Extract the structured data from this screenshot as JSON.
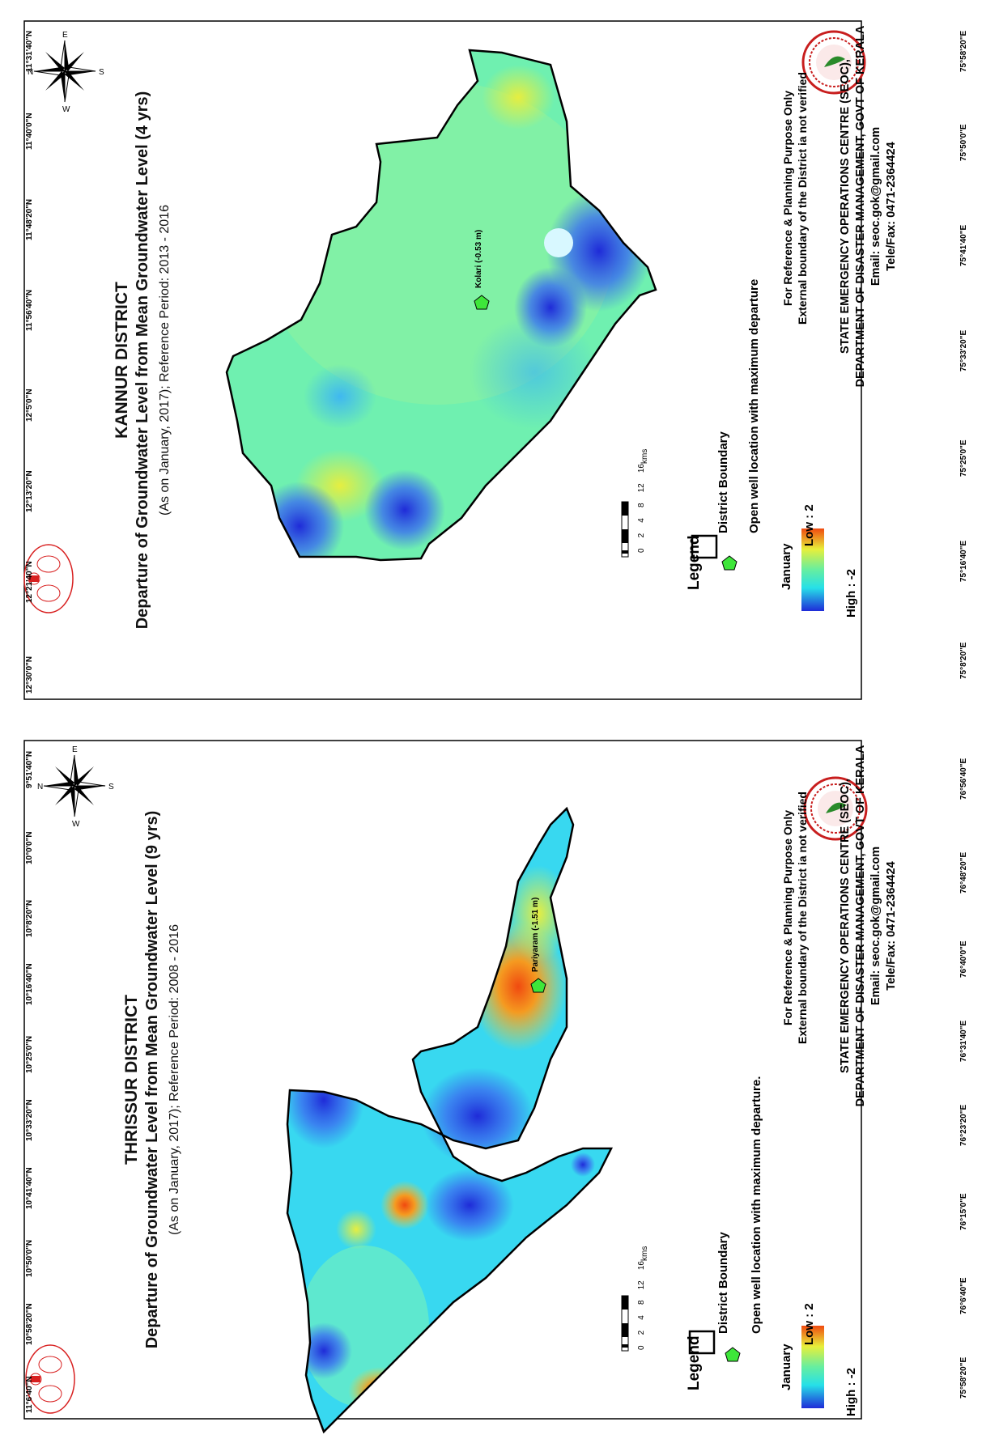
{
  "maps": [
    {
      "id": "kannur",
      "title": "KANNUR DISTRICT",
      "subtitle": "Departure of Groundwater Level from Mean Groundwater Level (4 yrs)",
      "period": "(As on January, 2017); Reference Period: 2013 - 2016",
      "well_label": "Kolari (-0.53 m)",
      "legend": {
        "heading": "Legend",
        "boundary": "District Boundary",
        "well": "Open well location with maximum departure",
        "month": "January",
        "low": "Low : 2",
        "high": "High : -2",
        "scale_unit": "kms",
        "scale_ticks": [
          "0",
          "2",
          "4",
          "8",
          "12",
          "16"
        ]
      },
      "ticks_top": [
        "12°30'0\"N",
        "12°21'40\"N",
        "12°13'20\"N",
        "12°5'0\"N",
        "11°56'40\"N",
        "11°48'20\"N",
        "11°40'0\"N",
        "11°31'40\"N"
      ],
      "ticks_side": [
        "75°8'20\"E",
        "75°16'40\"E",
        "75°25'0\"E",
        "75°33'20\"E",
        "75°41'40\"E",
        "75°50'0\"E",
        "75°58'20\"E"
      ]
    },
    {
      "id": "thrissur",
      "title": "THRISSUR DISTRICT",
      "subtitle": "Departure of Groundwater Level from Mean Groundwater Level (9 yrs)",
      "period": "(As on January, 2017); Reference Period: 2008 - 2016",
      "well_label": "Pariyaram (-1.51 m)",
      "legend": {
        "heading": "Legend",
        "boundary": "District Boundary",
        "well": "Open well location with maximum departure.",
        "month": "January",
        "low": "Low : 2",
        "high": "High : -2",
        "scale_unit": "kms",
        "scale_ticks": [
          "0",
          "2",
          "4",
          "8",
          "12",
          "16"
        ]
      },
      "ticks_top": [
        "11°6'40\"N",
        "10°58'20\"N",
        "10°50'0\"N",
        "10°41'40\"N",
        "10°33'20\"N",
        "10°25'0\"N",
        "10°16'40\"N",
        "10°8'20\"N",
        "10°0'0\"N",
        "9°51'40\"N"
      ],
      "ticks_side": [
        "75°58'20\"E",
        "76°6'40\"E",
        "76°15'0\"E",
        "76°23'20\"E",
        "76°31'40\"E",
        "76°40'0\"E",
        "76°48'20\"E",
        "76°56'40\"E"
      ]
    }
  ],
  "disclaimer": {
    "line1": "For Reference & Planning Purpose Only",
    "line2": "External boundary of the District ia not verified"
  },
  "seoc": {
    "line1": "STATE EMERGENCY OPERATIONS CENTRE (SEOC),",
    "line2": "DEPARTMENT OF DISASTER MANAGEMENT, GOVT OF KERALA",
    "line3": "Email: seoc.gok@gmail.com",
    "line4": "Tele/Fax: 0471-2364424"
  },
  "compass": {
    "n": "N",
    "e": "E",
    "s": "S",
    "w": "W"
  },
  "colors": {
    "low": "#1f2bd8",
    "mid_low": "#26e0e8",
    "mid": "#66eea0",
    "mid_high": "#e8ef3a",
    "high": "#f04a10",
    "well_marker": "#3ee63a",
    "seal": "#c81e1e"
  }
}
